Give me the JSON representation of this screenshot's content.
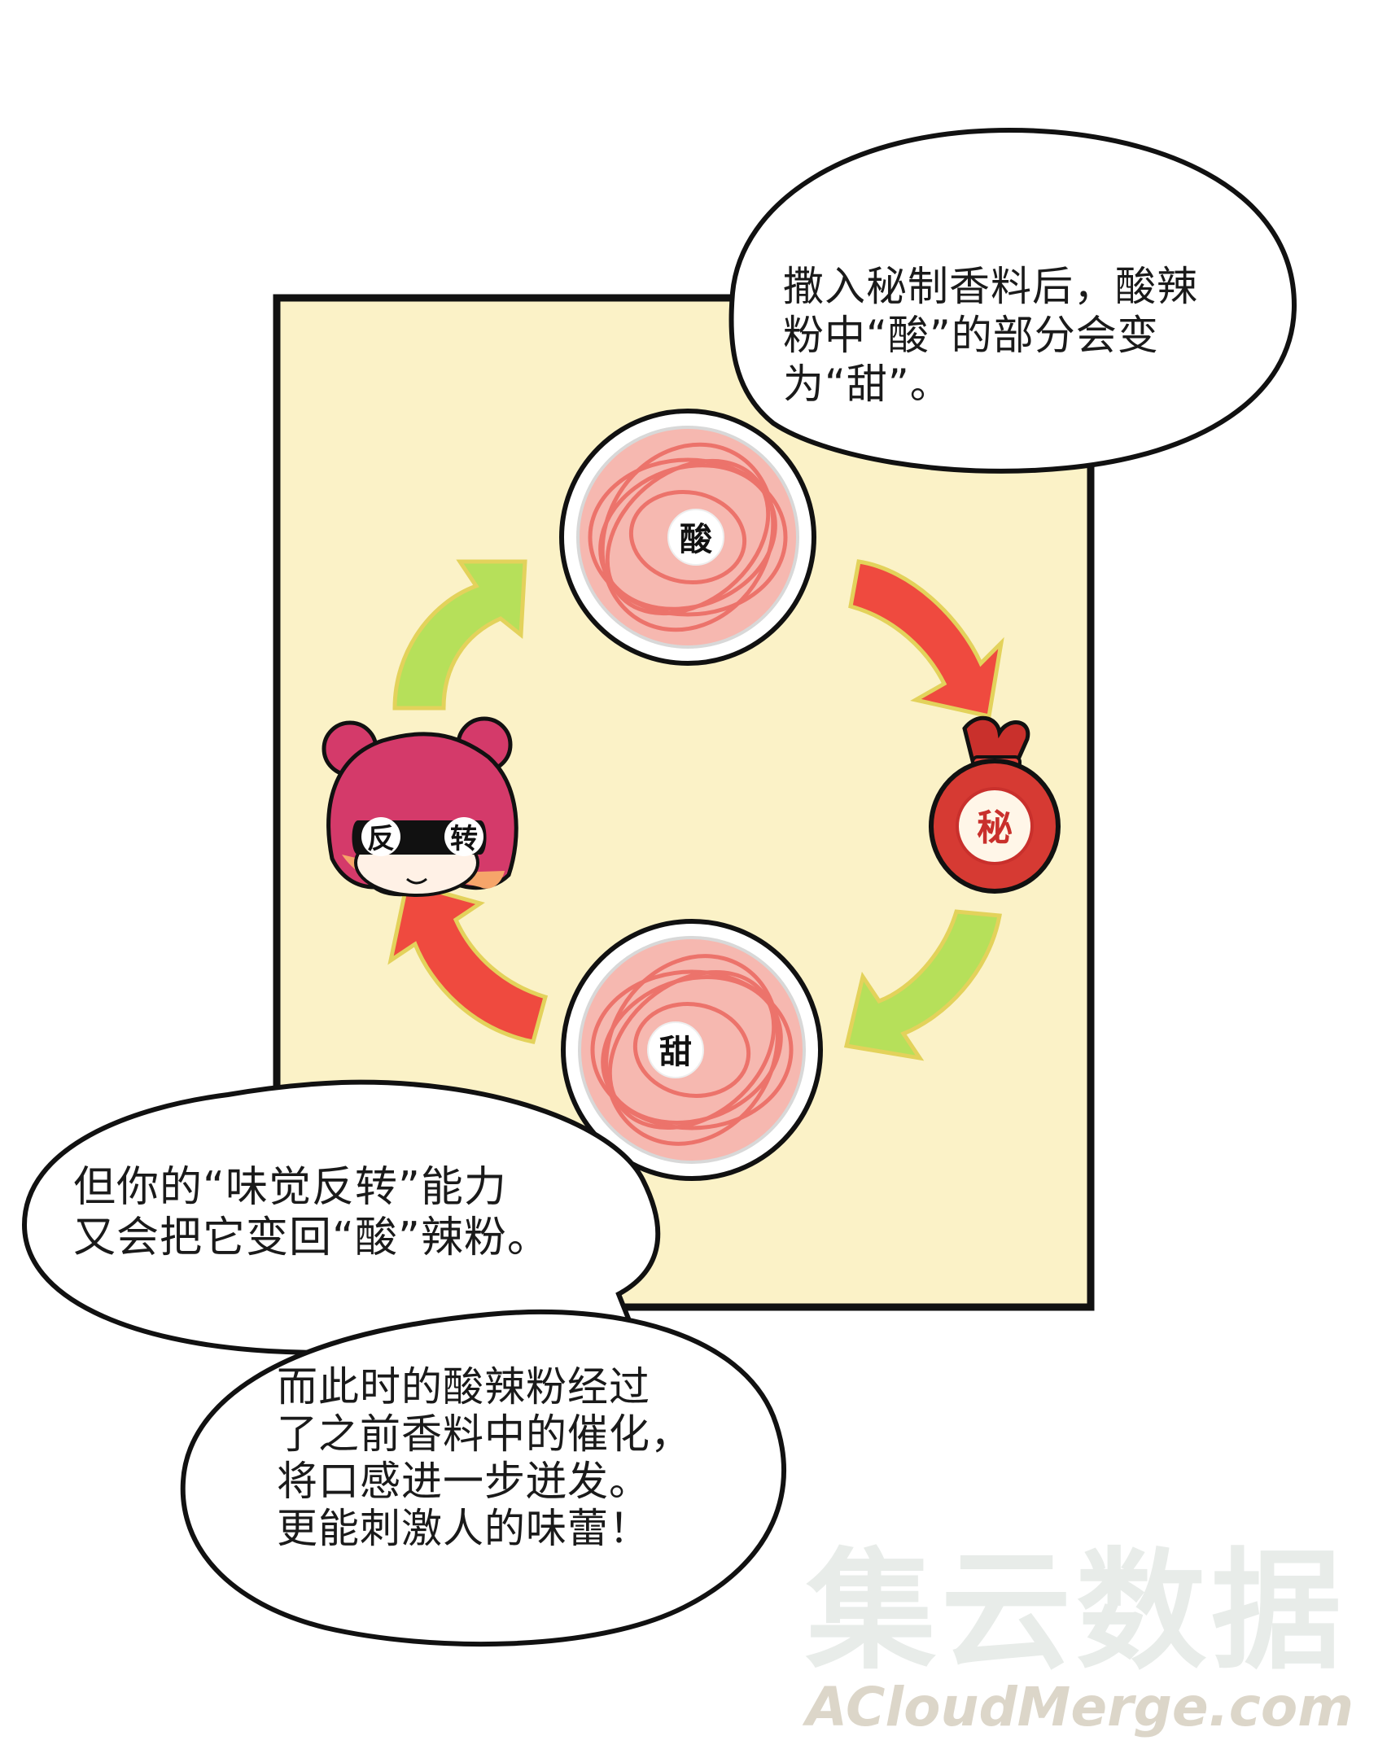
{
  "panel": {
    "background": "#fbf2c7",
    "border_color": "#111111"
  },
  "cycle": {
    "bowl_top_label": "酸",
    "bowl_bottom_label": "甜",
    "bag_label": "秘",
    "girl_blindfold_left": "反",
    "girl_blindfold_right": "转",
    "red_arrow_color": "#ef4a3f",
    "green_arrow_color": "#b6e05a"
  },
  "bubbles": {
    "top_right": "撒入秘制香料后，酸辣\n粉中“酸”的部分会变\n为“甜”。",
    "middle_left": "但你的“味觉反转”能力\n又会把它变回“酸”辣粉。",
    "bottom": "而此时的酸辣粉经过\n了之前香料中的催化，\n将口感进一步迸发。\n更能刺激人的味蕾！"
  },
  "watermark": {
    "chinese": "集云数据",
    "latin": "ACloudMerge.com"
  }
}
